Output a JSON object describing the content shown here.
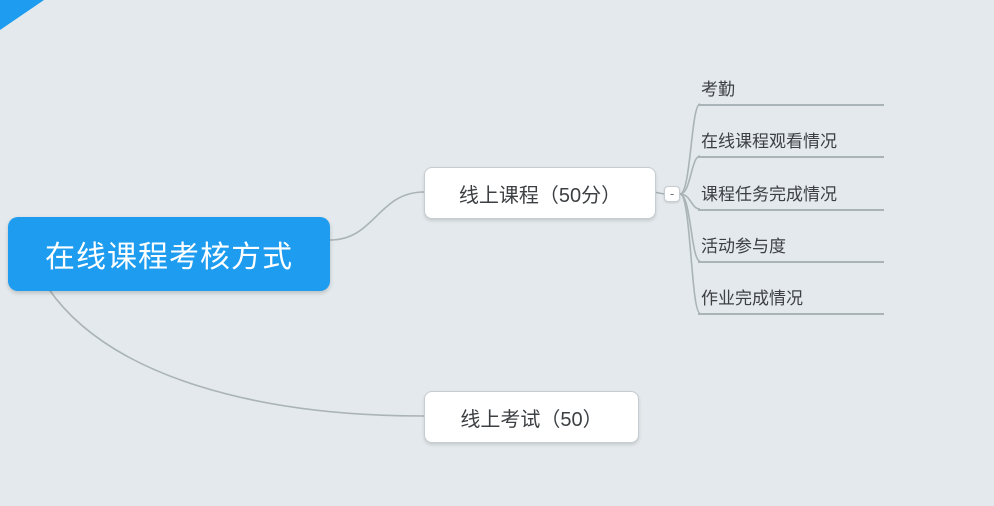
{
  "colors": {
    "background": "#e3e9ec",
    "root_fill": "#1d9cf0",
    "node_fill": "#ffffff",
    "node_border": "#c6ccd0",
    "text_dark": "#3c4043",
    "line": "#aab3b7"
  },
  "root": {
    "label": "在线课程考核方式"
  },
  "branches": [
    {
      "label": "线上课程（50分）",
      "collapse_symbol": "-",
      "children": [
        "考勤",
        "在线课程观看情况",
        "课程任务完成情况",
        "活动参与度",
        "作业完成情况"
      ]
    },
    {
      "label": "线上考试（50）"
    }
  ]
}
